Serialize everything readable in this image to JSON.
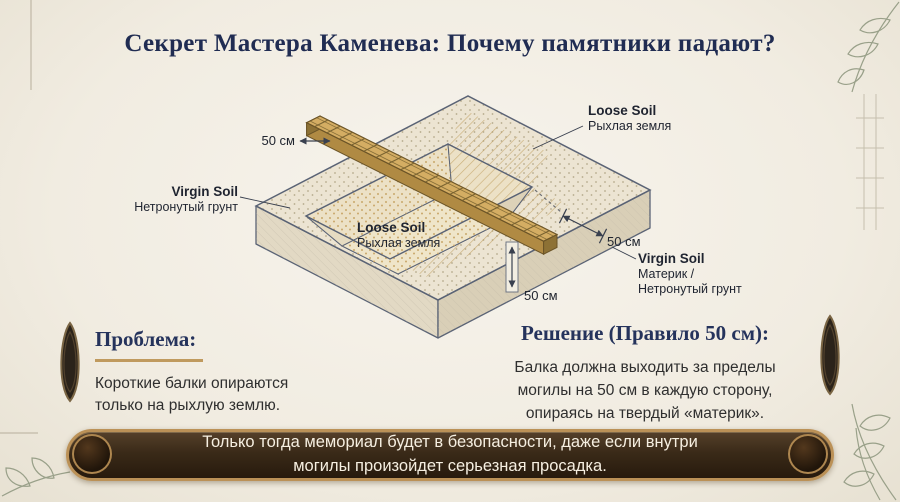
{
  "title": "Секрет Мастера Каменева: Почему памятники падают?",
  "diagram": {
    "dim_top": "50 см",
    "dim_right": "50 см",
    "dim_bottom": "50 см",
    "loose_soil_top": {
      "en": "Loose Soil",
      "ru": "Рыхлая земля"
    },
    "virgin_soil_left": {
      "en": "Virgin Soil",
      "ru": "Нетронутый грунт"
    },
    "loose_soil_pit": {
      "en": "Loose Soil",
      "ru": "Рыхлая земля"
    },
    "virgin_soil_right": {
      "en": "Virgin Soil",
      "ru_line1": "Материк /",
      "ru_line2": "Нетронутый грунт"
    }
  },
  "problem": {
    "heading": "Проблема:",
    "body": "Короткие балки опираются только на рыхлую землю."
  },
  "solution": {
    "heading": "Решение (Правило 50 см):",
    "body": "Балка должна выходить за пределы могилы на 50 см в каждую сторону, опираясь на твердый «материк»."
  },
  "banner": {
    "text": "Только тогда мемориал будет в безопасности, даже если внутри могилы произойдет серьезная просадка."
  },
  "colors": {
    "background": "#f1ece1",
    "title": "#202c52",
    "accent_gold": "#c09a5e",
    "beam_gold": "#d4ad63",
    "line_blue_gray": "#5a6375",
    "banner_bg": "#3a2a18",
    "banner_border": "#bb9157",
    "banner_text": "#f6efe1"
  }
}
